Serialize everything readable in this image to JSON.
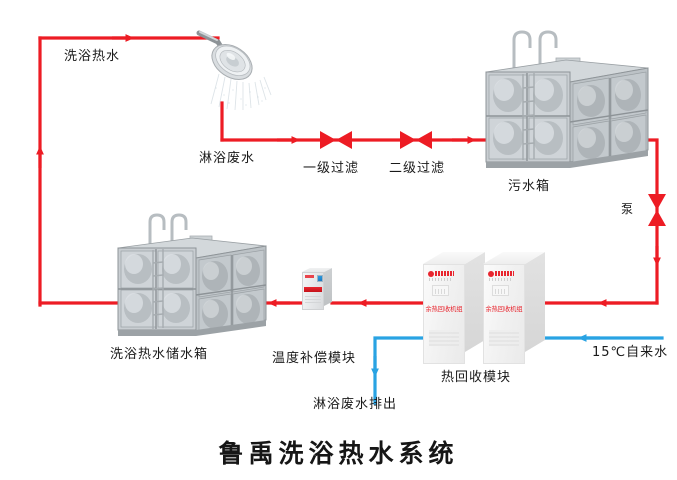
{
  "title": "鲁禹洗浴热水系统",
  "colors": {
    "hot_line": "#ED1C24",
    "cold_line": "#29A3E3",
    "text": "#1a1a1a",
    "unit_label": "#E8262F",
    "background": "#ffffff"
  },
  "labels": {
    "hot_water_supply": "洗浴热水",
    "shower_waste_water": "淋浴废水",
    "filter_stage_1": "一级过滤",
    "filter_stage_2": "二级过滤",
    "waste_water_tank": "污水箱",
    "pump": "泵",
    "storage_tank": "洗浴热水储水箱",
    "temperature_compensation_module": "温度补偿模块",
    "heat_recovery_module": "热回收模块",
    "tap_water_inlet": "15℃自来水",
    "waste_water_discharge": "淋浴废水排出"
  },
  "equipment": {
    "heat_recovery_units": [
      {
        "unit_text": "余热回收机组"
      },
      {
        "unit_text": "余热回收机组"
      }
    ],
    "tanks": [
      {
        "name": "waste-water-tank",
        "label": "污水箱"
      },
      {
        "name": "hot-water-storage-tank",
        "label": "洗浴热水储水箱"
      }
    ],
    "valves": [
      {
        "name": "primary-filter-valve",
        "label": "一级过滤",
        "orientation": "horizontal"
      },
      {
        "name": "secondary-filter-valve",
        "label": "二级过滤",
        "orientation": "horizontal"
      },
      {
        "name": "pump-valve",
        "label": "泵",
        "orientation": "vertical"
      }
    ]
  },
  "flow": {
    "hot_loop_description": "洗浴热水",
    "cold_inlet_description": "15℃自来水",
    "drain_description": "淋浴废水排出"
  }
}
